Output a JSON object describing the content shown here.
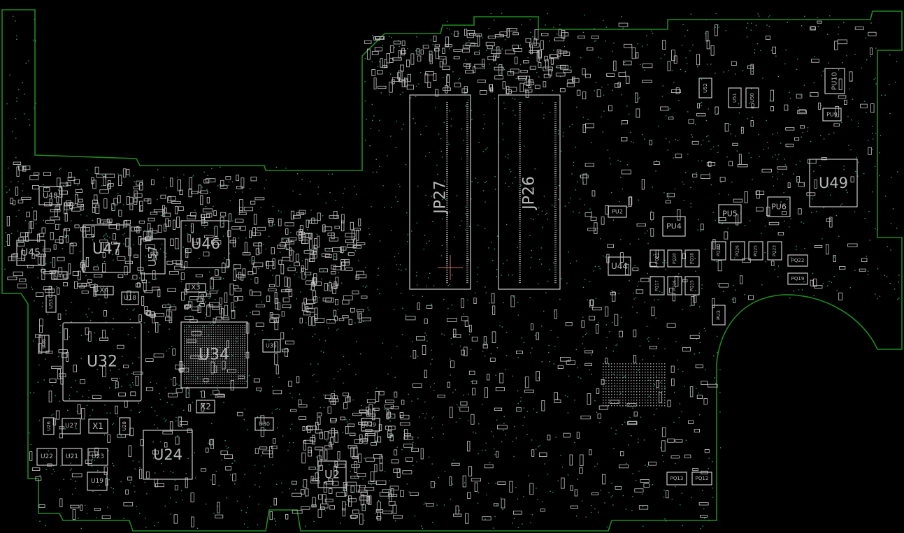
{
  "colors": {
    "background": "#000000",
    "outline": "#1f8a1f",
    "silkscreen": "#c8c8c8",
    "via": "#2aa37a",
    "marker": "#c07070"
  },
  "components": {
    "U48": "U48",
    "U45": "U45",
    "U47": "U47",
    "U57": "U57",
    "U46": "U46",
    "U43": "U43",
    "X4": "X4",
    "X3": "X3",
    "U18": "U18",
    "U53": "U53",
    "U36": "U36",
    "U32": "U32",
    "U34": "U34",
    "U35": "U35",
    "X2": "X2",
    "U26": "U26",
    "U27": "U27",
    "X1": "X1",
    "U28": "U28",
    "U30": "U30",
    "U22": "U22",
    "U21": "U21",
    "U23": "U23",
    "U24": "U24",
    "U19": "U19",
    "U29": "U29",
    "U2": "U2",
    "JP27": "JP27",
    "JP26": "JP26",
    "U52": "U52",
    "U51": "U51",
    "U50": "U50",
    "PU10": "PU10",
    "PU9": "PU9",
    "U49": "U49",
    "PU2": "PU2",
    "PU4": "PU4",
    "PU5": "PU5",
    "PU6": "PU6",
    "U44": "U44",
    "PU3": "PU3",
    "PQ21": "PQ21",
    "PQ20": "PQ20",
    "PQ18": "PQ18",
    "PQ17": "PQ17",
    "PQ16": "PQ16",
    "PQ15": "PQ15",
    "PQ24": "PQ24",
    "PQ26": "PQ26",
    "PQ25": "PQ25",
    "PQ23": "PQ23",
    "PQ22": "PQ22",
    "PQ19": "PQ19",
    "PQ13": "PQ13",
    "PQ12": "PQ12"
  }
}
